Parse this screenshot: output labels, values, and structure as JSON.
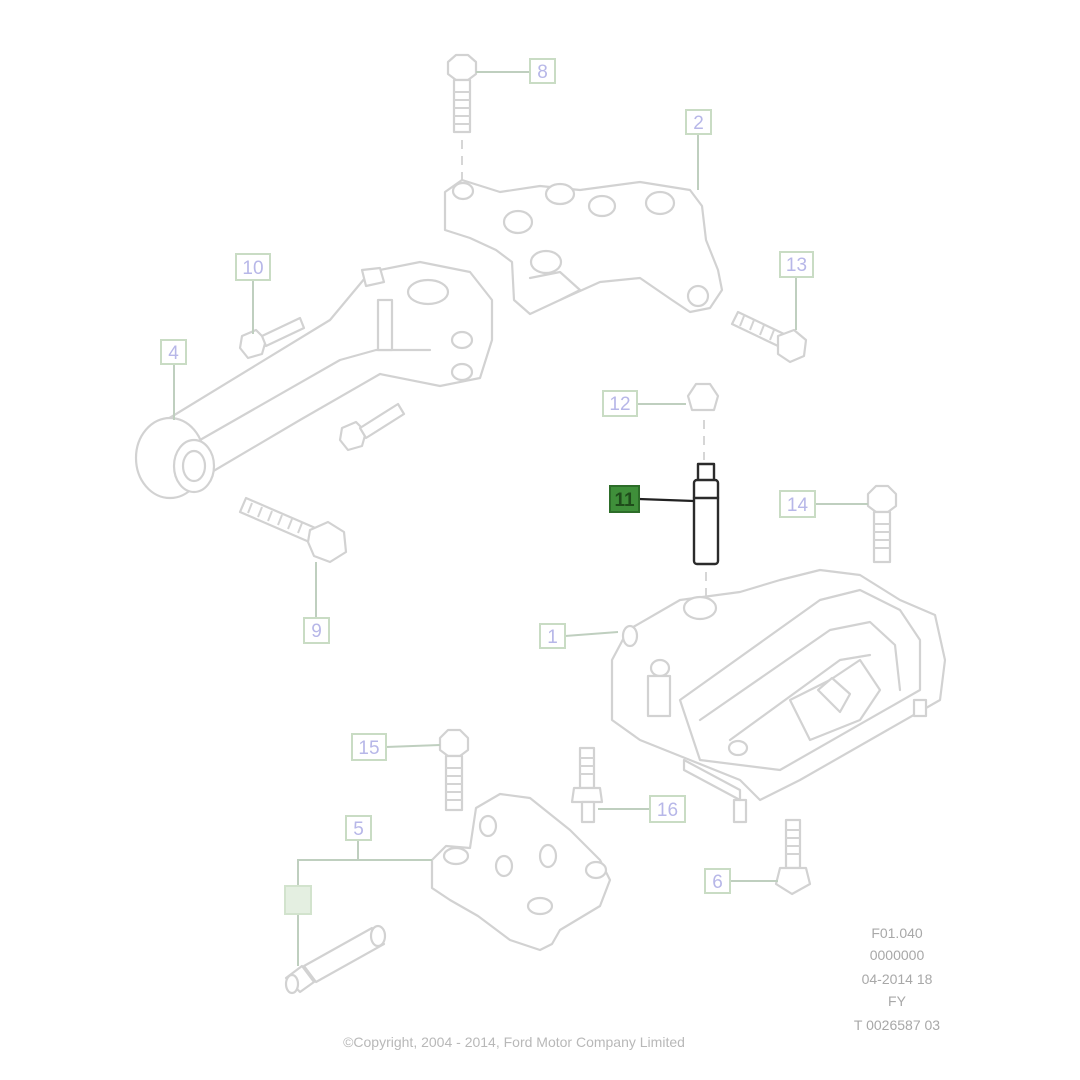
{
  "callouts": {
    "c1": "1",
    "c2": "2",
    "c4": "4",
    "c5": "5",
    "c6": "6",
    "c8": "8",
    "c9": "9",
    "c10": "10",
    "c11": "11",
    "c12": "12",
    "c13": "13",
    "c14": "14",
    "c15": "15",
    "c16": "16"
  },
  "highlighted_callout": "11",
  "reference": {
    "line1": "F01.040",
    "line2": "0000000",
    "line3": "04-2014 18",
    "line4": "FY",
    "line5": "T 0026587 03"
  },
  "copyright": "©Copyright, 2004 - 2014, Ford Motor Company Limited",
  "colors": {
    "highlight": "#3f8f3a",
    "callout_text": "#b7b7e8",
    "callout_border": "#c9dcc4",
    "part_outline": "#d2d2d2"
  }
}
